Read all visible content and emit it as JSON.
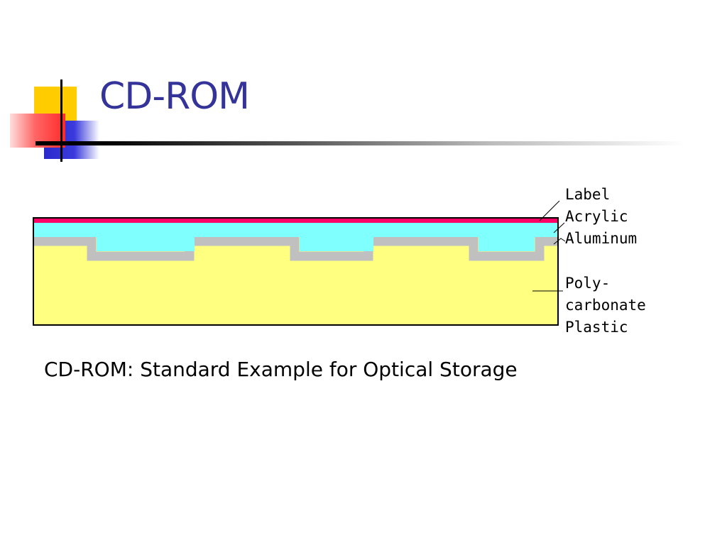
{
  "slide": {
    "title": "CD-ROM",
    "caption": "CD-ROM: Standard Example for Optical Storage"
  },
  "diagram": {
    "labels": {
      "label": "Label",
      "acrylic": "Acrylic",
      "aluminum": "Aluminum",
      "poly_line1": "Poly-",
      "poly_line2": "carbonate",
      "poly_line3": "Plastic"
    },
    "colors": {
      "label_layer": "#ff0066",
      "acrylic": "#80ffff",
      "aluminum": "#c0c0c0",
      "polycarbonate": "#ffff80",
      "title": "#333399"
    }
  }
}
